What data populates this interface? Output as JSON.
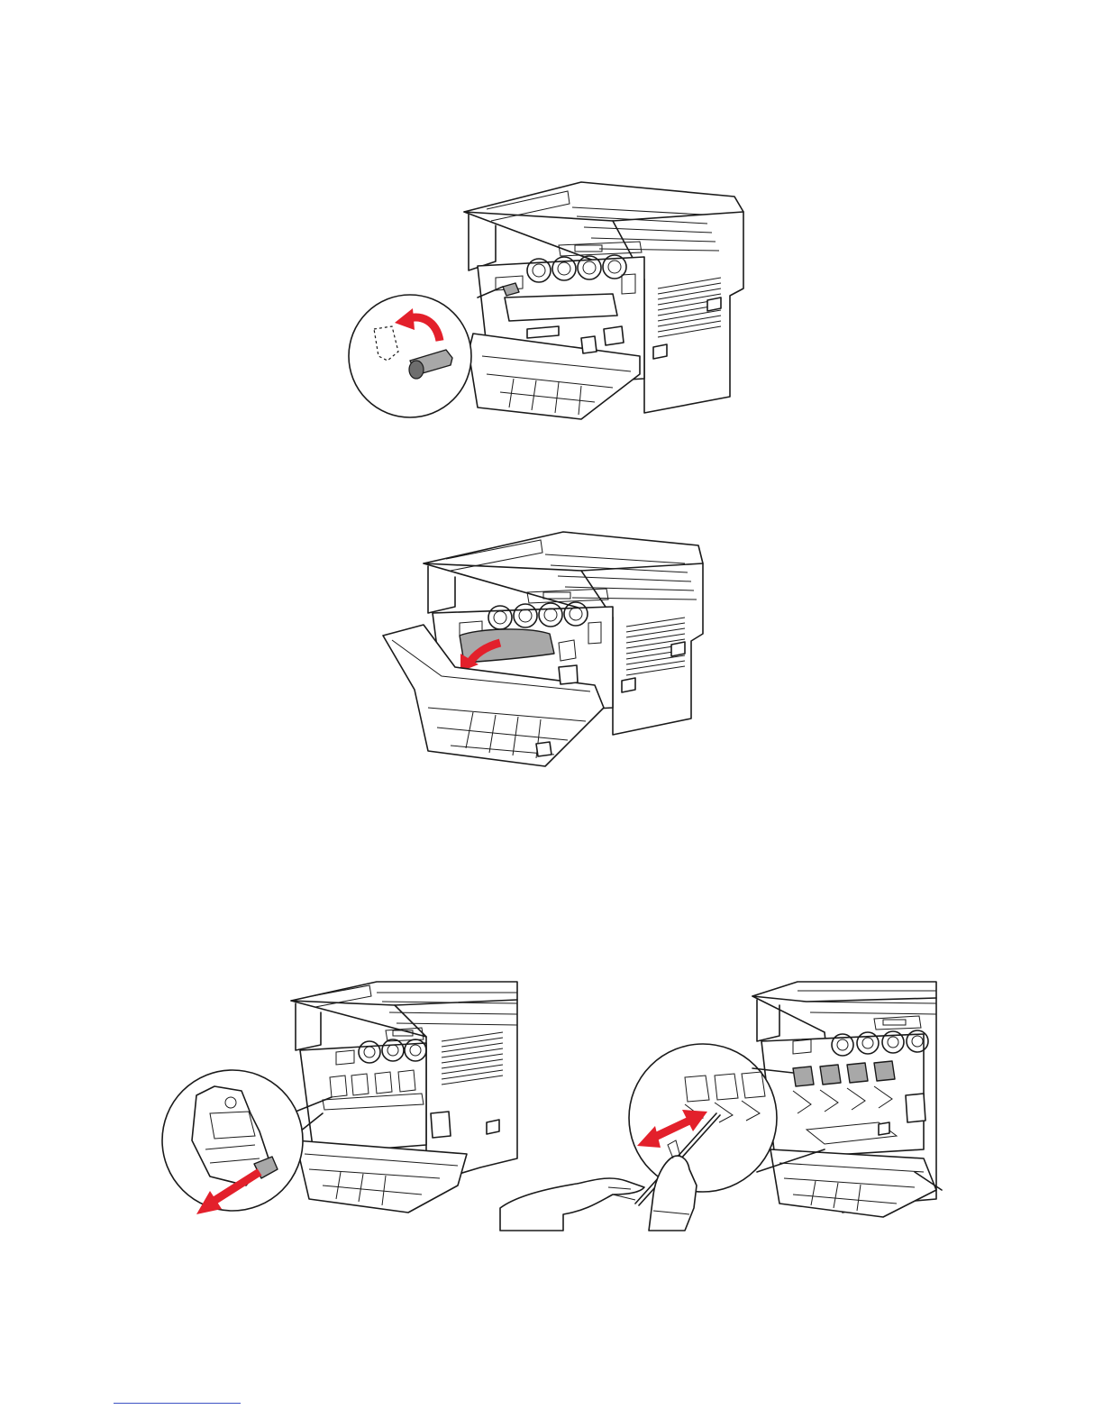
{
  "figures": [
    {
      "id": "unlock-lever",
      "icon": "printer-lever-rotate-illustration"
    },
    {
      "id": "open-cover",
      "icon": "printer-cover-open-illustration"
    },
    {
      "id": "remove-cartridge",
      "icon": "printer-cartridge-pull-illustration"
    },
    {
      "id": "clean-rod",
      "icon": "printer-cleaning-rod-illustration"
    }
  ],
  "colors": {
    "arrow": "#e3202b",
    "line": "#1a1a1a",
    "part": "#a8a8a8",
    "footer_link": "#3d52c4"
  }
}
